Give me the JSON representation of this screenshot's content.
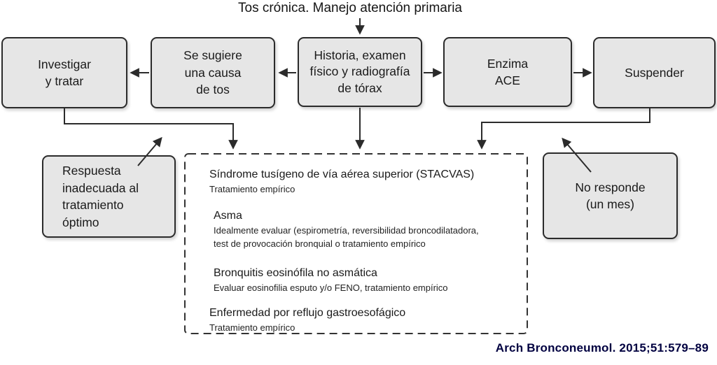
{
  "title": "Tos crónica. Manejo atención primaria",
  "flow_boxes": {
    "investigar": {
      "label": "Investigar\ny tratar"
    },
    "causa": {
      "label": "Se sugiere\nuna causa\nde tos"
    },
    "historia": {
      "label": "Historia, examen\nfísico y radiografía\nde tórax"
    },
    "enzima": {
      "label": "Enzima\nACE"
    },
    "suspender": {
      "label": "Suspender"
    }
  },
  "notes": {
    "left": {
      "label": "Respuesta\ninadecuada al\ntratamiento\nóptimo"
    },
    "right": {
      "label": "No responde\n(un mes)"
    }
  },
  "panel": {
    "sections": [
      {
        "heading": "Síndrome tusígeno de vía aérea superior (STACVAS)",
        "detail": "Tratamiento empírico"
      },
      {
        "heading": "Asma",
        "detail": "Idealmente evaluar (espirometría, reversibilidad broncodilatadora,\ntest de provocación bronquial o tratamiento empírico"
      },
      {
        "heading": "Bronquitis eosinófila no asmática",
        "detail": "Evaluar eosinofilia esputo y/o FENO, tratamiento empírico"
      },
      {
        "heading": "Enfermedad por reflujo gastroesofágico",
        "detail": "Tratamiento empírico"
      }
    ]
  },
  "citation": "Arch Bronconeumol. 2015;51:579–89",
  "colors": {
    "box_fill": "#e6e6e6",
    "box_border": "#2b2b2b",
    "connector_line": "#2b2b2b",
    "citation_text": "#000040",
    "background": "#ffffff"
  }
}
